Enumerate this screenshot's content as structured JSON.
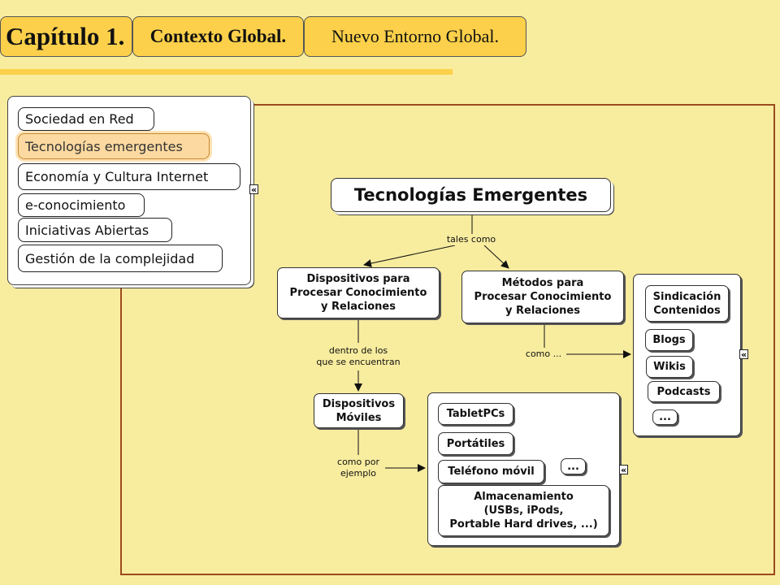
{
  "header": {
    "tabs": [
      {
        "label": "Capítulo 1."
      },
      {
        "label": "Contexto Global."
      },
      {
        "label": "Nuevo Entorno Global."
      }
    ]
  },
  "menu": {
    "items": [
      {
        "label": "Sociedad en Red"
      },
      {
        "label": "Tecnologías emergentes",
        "active": true
      },
      {
        "label": "Economía y Cultura Internet"
      },
      {
        "label": "e-conocimiento"
      },
      {
        "label": "Iniciativas Abiertas"
      },
      {
        "label": "Gestión de la complejidad"
      }
    ],
    "expand_icon": "double-chevron-left-icon"
  },
  "map": {
    "title": "Tecnologías Emergentes",
    "link_tales_como": "tales como",
    "node_dispositivos": "Dispositivos para\nProcesar Conocimiento\ny Relaciones",
    "node_metodos": "Métodos para\nProcesar Conocimiento\ny Relaciones",
    "link_dentro": "dentro de los\nque se encuentran",
    "link_como": "como ...",
    "node_moviles": "Dispositivos\nMóviles",
    "link_como_por": "como por\nejemplo",
    "metodos_items": [
      "Sindicación\nContenidos",
      "Blogs",
      "Wikis",
      "Podcasts",
      "..."
    ],
    "moviles_items": [
      "TabletPCs",
      "Portátiles",
      "Teléfono móvil",
      "...",
      "Almacenamiento\n(USBs, iPods,\nPortable Hard drives, ...)"
    ]
  },
  "colors": {
    "background": "#f8ec9f",
    "tab": "#fcd04a",
    "frame": "#9c4a1c",
    "active_item": "#fcd9a0"
  }
}
